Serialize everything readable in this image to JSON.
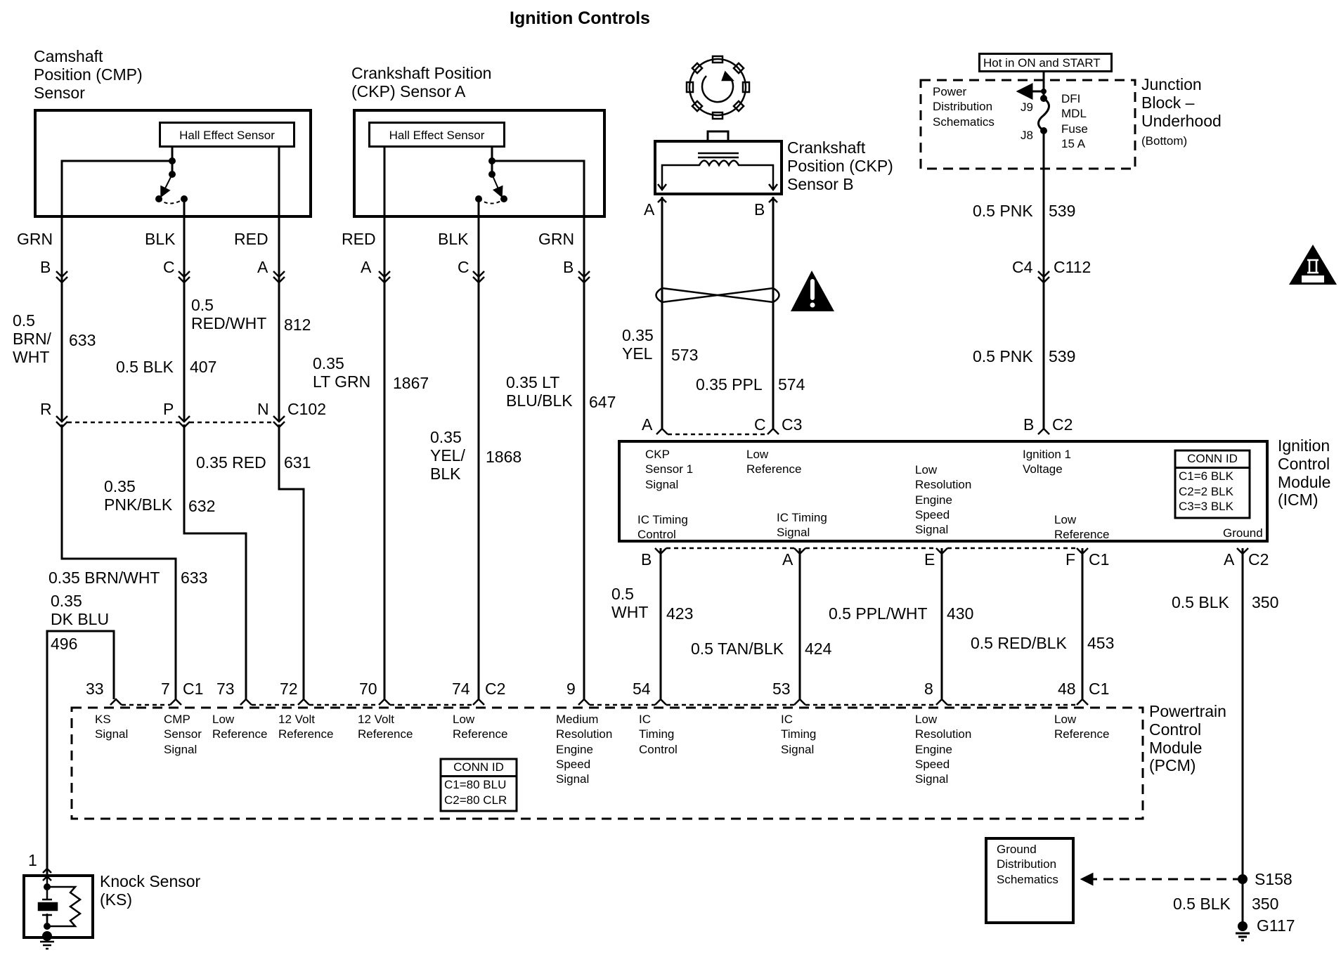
{
  "title": "Ignition Controls",
  "components": {
    "cmp_sensor": {
      "name": "Camshaft\nPosition (CMP)\nSensor",
      "inner": "Hall Effect Sensor"
    },
    "ckp_a": {
      "name": "Crankshaft Position\n(CKP) Sensor A",
      "inner": "Hall Effect Sensor"
    },
    "ckp_b": {
      "name": "Crankshaft\nPosition (CKP)\nSensor B"
    },
    "junction_block": {
      "name": "Junction\nBlock –\nUnderhood",
      "sub": "(Bottom)",
      "hot_label": "Hot in ON and START",
      "power_ref": "Power\nDistribution\nSchematics",
      "fuse": "DFI\nMDL\nFuse\n15 A",
      "pin_in": "J9",
      "pin_out": "J8"
    },
    "icm": {
      "name": "Ignition\nControl\nModule\n(ICM)",
      "top_labels": [
        "CKP\nSensor 1\nSignal",
        "Low\nReference",
        "Low\nResolution\nEngine\nSpeed\nSignal",
        "Ignition 1\nVoltage"
      ],
      "bottom_labels": [
        "IC Timing\nControl",
        "IC Timing\nSignal",
        "Low\nReference",
        "Ground"
      ],
      "conn_id": {
        "header": "CONN ID",
        "rows": [
          "C1=6 BLK",
          "C2=2 BLK",
          "C3=3 BLK"
        ]
      }
    },
    "pcm": {
      "name": "Powertrain\nControl\nModule\n(PCM)",
      "labels": [
        "KS\nSignal",
        "CMP\nSensor\nSignal",
        "Low\nReference",
        "12 Volt\nReference",
        "12 Volt\nReference",
        "Low\nReference",
        "Medium\nResolution\nEngine\nSpeed\nSignal",
        "IC\nTiming\nControl",
        "IC\nTiming\nSignal",
        "Low\nResolution\nEngine\nSpeed\nSignal",
        "Low\nReference"
      ],
      "conn_id": {
        "header": "CONN ID",
        "rows": [
          "C1=80 BLU",
          "C2=80 CLR"
        ]
      }
    },
    "knock_sensor": {
      "name": "Knock Sensor\n(KS)",
      "pin": "1"
    },
    "ground_dist": {
      "name": "Ground\nDistribution\nSchematics"
    },
    "splice": "S158",
    "ground": "G117"
  },
  "sensor_wires": {
    "cmp": [
      {
        "color": "GRN",
        "pin": "B"
      },
      {
        "color": "BLK",
        "pin": "C"
      },
      {
        "color": "RED",
        "pin": "A"
      }
    ],
    "ckp_a": [
      {
        "color": "RED",
        "pin": "A"
      },
      {
        "color": "BLK",
        "pin": "C"
      },
      {
        "color": "GRN",
        "pin": "B"
      }
    ],
    "ckp_b": [
      {
        "pin": "A"
      },
      {
        "pin": "B"
      }
    ]
  },
  "circuits": {
    "c633_upper": {
      "gauge_color": "0.5\nBRN/\nWHT",
      "number": "633"
    },
    "c407": {
      "gauge_color": "0.5 BLK",
      "number": "407"
    },
    "c812": {
      "gauge_color": "0.5\nRED/WHT",
      "number": "812"
    },
    "c1867": {
      "gauge_color": "0.35\nLT GRN",
      "number": "1867"
    },
    "c1868": {
      "gauge_color": "0.35\nYEL/\nBLK",
      "number": "1868"
    },
    "c647": {
      "gauge_color": "0.35 LT\nBLU/BLK",
      "number": "647"
    },
    "c573": {
      "gauge_color": "0.35\nYEL",
      "number": "573"
    },
    "c574": {
      "gauge_color": "0.35 PPL",
      "number": "574"
    },
    "c539_upper": {
      "gauge_color": "0.5 PNK",
      "number": "539"
    },
    "c539_lower": {
      "gauge_color": "0.5 PNK",
      "number": "539"
    },
    "c631": {
      "gauge_color": "0.35 RED",
      "number": "631"
    },
    "c632": {
      "gauge_color": "0.35\nPNK/BLK",
      "number": "632"
    },
    "c633_lower": {
      "gauge_color": "0.35 BRN/WHT",
      "number": "633"
    },
    "c496": {
      "gauge_color": "0.35\nDK BLU",
      "number": "496"
    },
    "c423": {
      "gauge_color": "0.5\nWHT",
      "number": "423"
    },
    "c424": {
      "gauge_color": "0.5 TAN/BLK",
      "number": "424"
    },
    "c430": {
      "gauge_color": "0.5 PPL/WHT",
      "number": "430"
    },
    "c453": {
      "gauge_color": "0.5 RED/BLK",
      "number": "453"
    },
    "c350_upper": {
      "gauge_color": "0.5 BLK",
      "number": "350"
    },
    "c350_lower": {
      "gauge_color": "0.5 BLK",
      "number": "350"
    }
  },
  "connectors": {
    "c102": {
      "id": "C102",
      "pins": [
        "R",
        "P",
        "N"
      ]
    },
    "c112": {
      "id": "C112",
      "pin": "C4"
    },
    "icm_c3": {
      "id": "C3",
      "pins": [
        "A",
        "C"
      ]
    },
    "icm_c2_top": {
      "id": "C2",
      "pin": "B"
    },
    "icm_c1": {
      "id": "C1",
      "pins": [
        "B",
        "A",
        "E",
        "F"
      ]
    },
    "icm_c2_bottom": {
      "id": "C2",
      "pin": "A"
    },
    "pcm_pins": [
      "33",
      "7",
      "73",
      "72",
      "70",
      "74",
      "9",
      "54",
      "53",
      "8",
      "48"
    ],
    "pcm_c1_a": "C1",
    "pcm_c2": "C2",
    "pcm_c1_b": "C1"
  },
  "symbols": {
    "caution": "caution-icon",
    "obd": "OBD II"
  }
}
